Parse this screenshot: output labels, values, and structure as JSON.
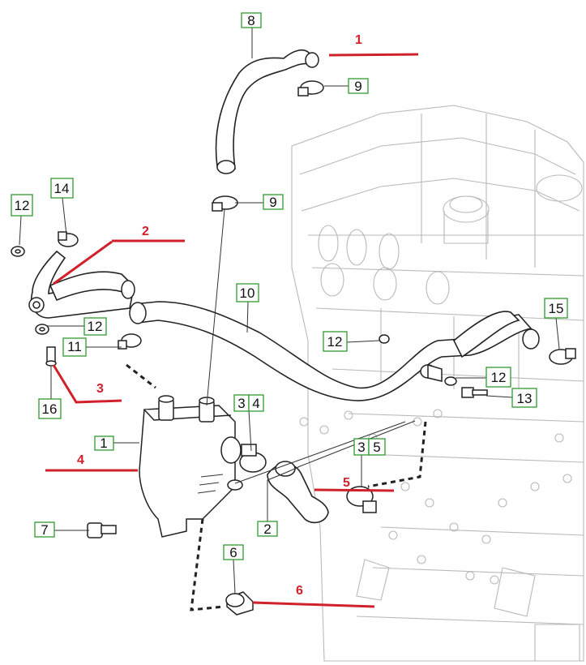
{
  "callouts": {
    "c8": "8",
    "c9a": "9",
    "c9b": "9",
    "c12a": "12",
    "c14": "14",
    "c10": "10",
    "c15": "15",
    "c12b": "12",
    "c11": "11",
    "c12c": "12",
    "c12d": "12",
    "c13": "13",
    "c16": "16",
    "c3a": "3",
    "c4a": "4",
    "c1": "1",
    "c3b": "3",
    "c5": "5",
    "c7": "7",
    "c2": "2",
    "c6": "6"
  },
  "red_annotations": {
    "r1": "1",
    "r2": "2",
    "r3": "3",
    "r4": "4",
    "r5": "5",
    "r6": "6"
  },
  "colors": {
    "callout_border": "#2f9a2f",
    "annotation": "#d0202a",
    "engine_outline": "#b9b9b9"
  }
}
